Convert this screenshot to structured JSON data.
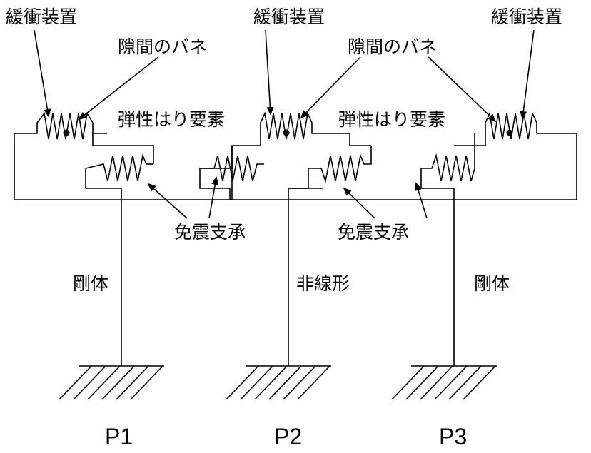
{
  "labels": {
    "damper": "緩衝装置",
    "gap_spring": "隙間のバネ",
    "elastic_beam": "弾性はり要素",
    "bearing": "免震支承",
    "rigid": "剛体",
    "nonlinear": "非線形"
  },
  "piers": [
    {
      "name": "P1",
      "type": "剛体"
    },
    {
      "name": "P2",
      "type": "非線形"
    },
    {
      "name": "P3",
      "type": "剛体"
    }
  ],
  "colors": {
    "line": "#000000",
    "background": "#ffffff"
  }
}
